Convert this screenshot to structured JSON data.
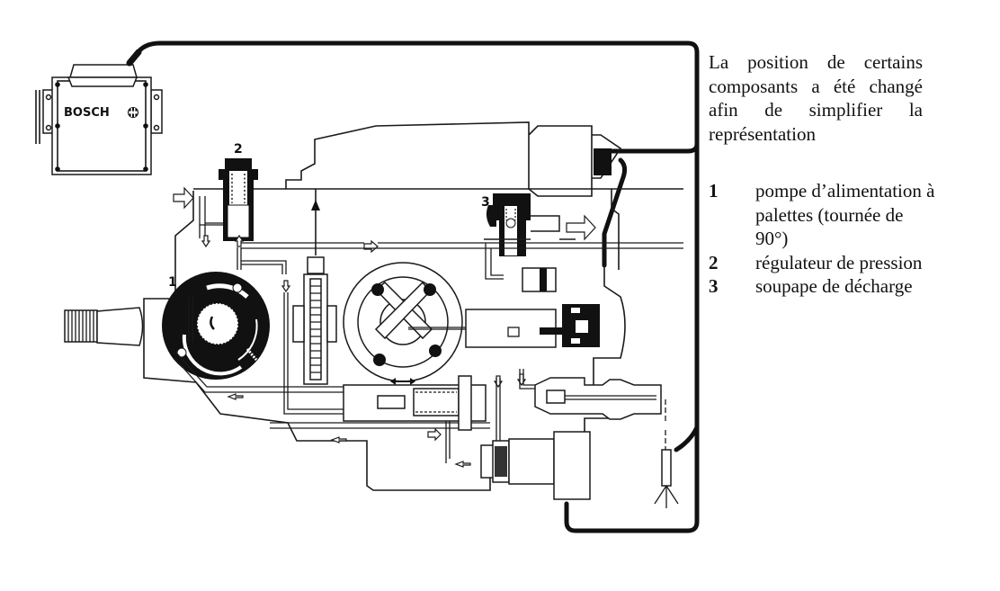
{
  "caption": {
    "text": "La position de certains composants a été changé afin de simplifier la représentation"
  },
  "legend": [
    {
      "number": "1",
      "label": "pompe d’alimentation à palettes (tournée de 90°)"
    },
    {
      "number": "2",
      "label": "régulateur de pression"
    },
    {
      "number": "3",
      "label": "soupape de décharge"
    }
  ],
  "diagram": {
    "ecu_brand": "BOSCH",
    "component_labels": [
      "1",
      "2",
      "3"
    ],
    "colors": {
      "line": "#1a1a1a",
      "background": "#ffffff"
    }
  }
}
